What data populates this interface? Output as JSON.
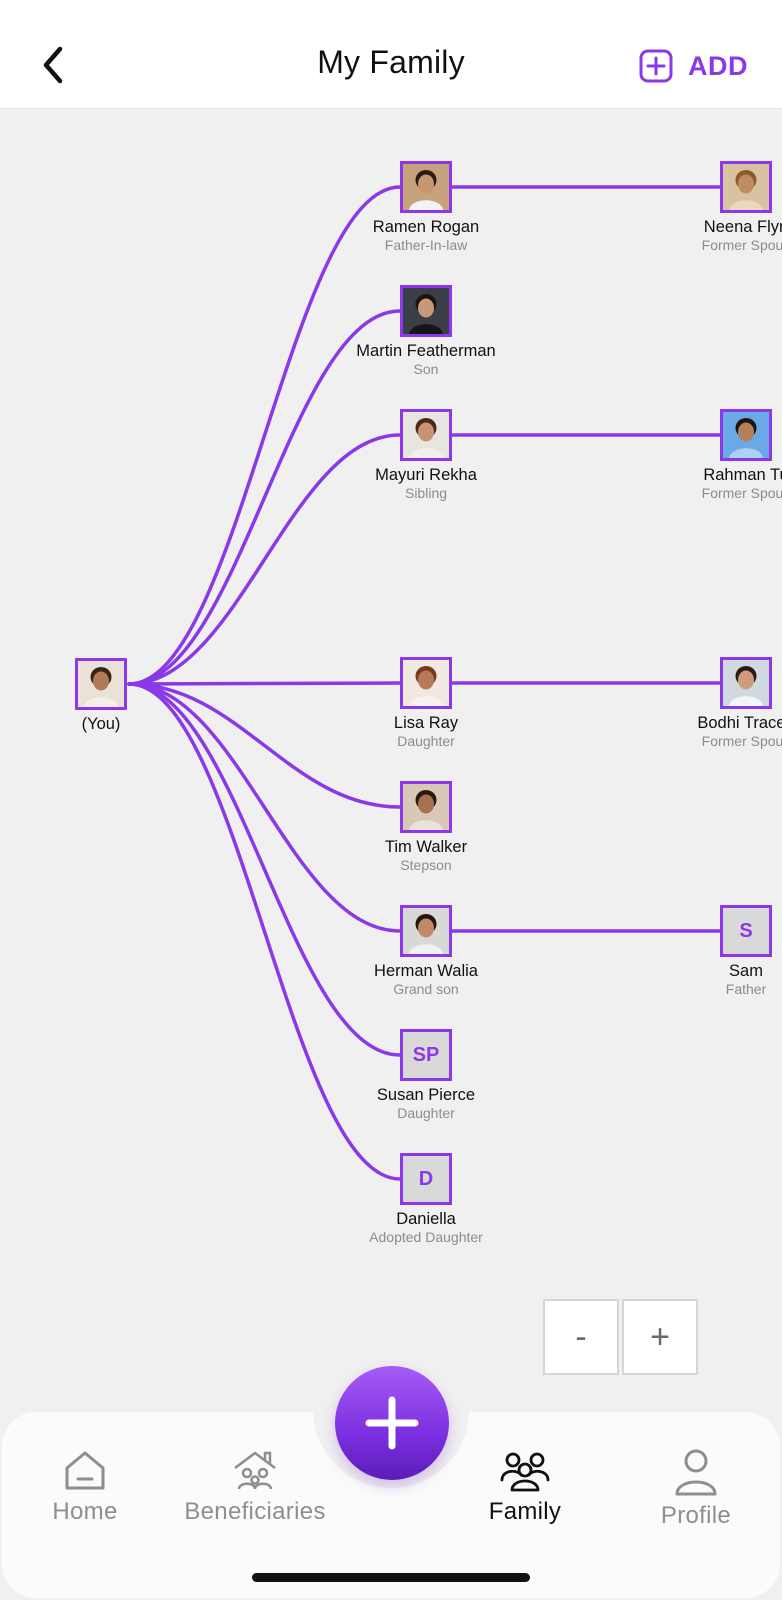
{
  "header": {
    "title": "My Family",
    "add_label": "ADD",
    "back_icon": "chevron-left-icon",
    "add_icon": "plus-square-icon"
  },
  "colors": {
    "accent": "#8a38e8",
    "connector": "#8a38e8",
    "placeholder_avatar": "#d9d9d9",
    "nav_inactive": "#8e8e8e",
    "nav_active": "#111111"
  },
  "tree": {
    "self": {
      "name": "(You)"
    },
    "members": [
      {
        "id": "ramen",
        "name": "Ramen Rogan",
        "relation": "Father-In-law",
        "spouse": "neena"
      },
      {
        "id": "martin",
        "name": "Martin Featherman",
        "relation": "Son"
      },
      {
        "id": "mayuri",
        "name": "Mayuri Rekha",
        "relation": "Sibling",
        "spouse": "rahman"
      },
      {
        "id": "lisa",
        "name": "Lisa Ray",
        "relation": "Daughter",
        "spouse": "bodhi"
      },
      {
        "id": "tim",
        "name": "Tim Walker",
        "relation": "Stepson"
      },
      {
        "id": "herman",
        "name": "Herman Walia",
        "relation": "Grand son",
        "spouse": "sam"
      },
      {
        "id": "susan",
        "name": "Susan Pierce",
        "relation": "Daughter",
        "initials": "SP"
      },
      {
        "id": "daniella",
        "name": "Daniella",
        "relation": "Adopted Daughter",
        "initials": "D"
      }
    ],
    "spouses": [
      {
        "id": "neena",
        "name": "Neena Flyn",
        "relation": "Former Spous"
      },
      {
        "id": "rahman",
        "name": "Rahman Tu",
        "relation": "Former Spous"
      },
      {
        "id": "bodhi",
        "name": "Bodhi Tracen",
        "relation": "Former Spous"
      },
      {
        "id": "sam",
        "name": "Sam",
        "relation": "Father",
        "initials": "S"
      }
    ]
  },
  "zoom": {
    "minus": "-",
    "plus": "+"
  },
  "nav": {
    "items": [
      {
        "label": "Home",
        "icon": "home-icon",
        "active": false
      },
      {
        "label": "Beneficiaries",
        "icon": "beneficiaries-house-icon",
        "active": false
      },
      {
        "label": "Family",
        "icon": "family-group-icon",
        "active": true
      },
      {
        "label": "Profile",
        "icon": "profile-person-icon",
        "active": false
      }
    ],
    "fab_icon": "plus-icon"
  }
}
